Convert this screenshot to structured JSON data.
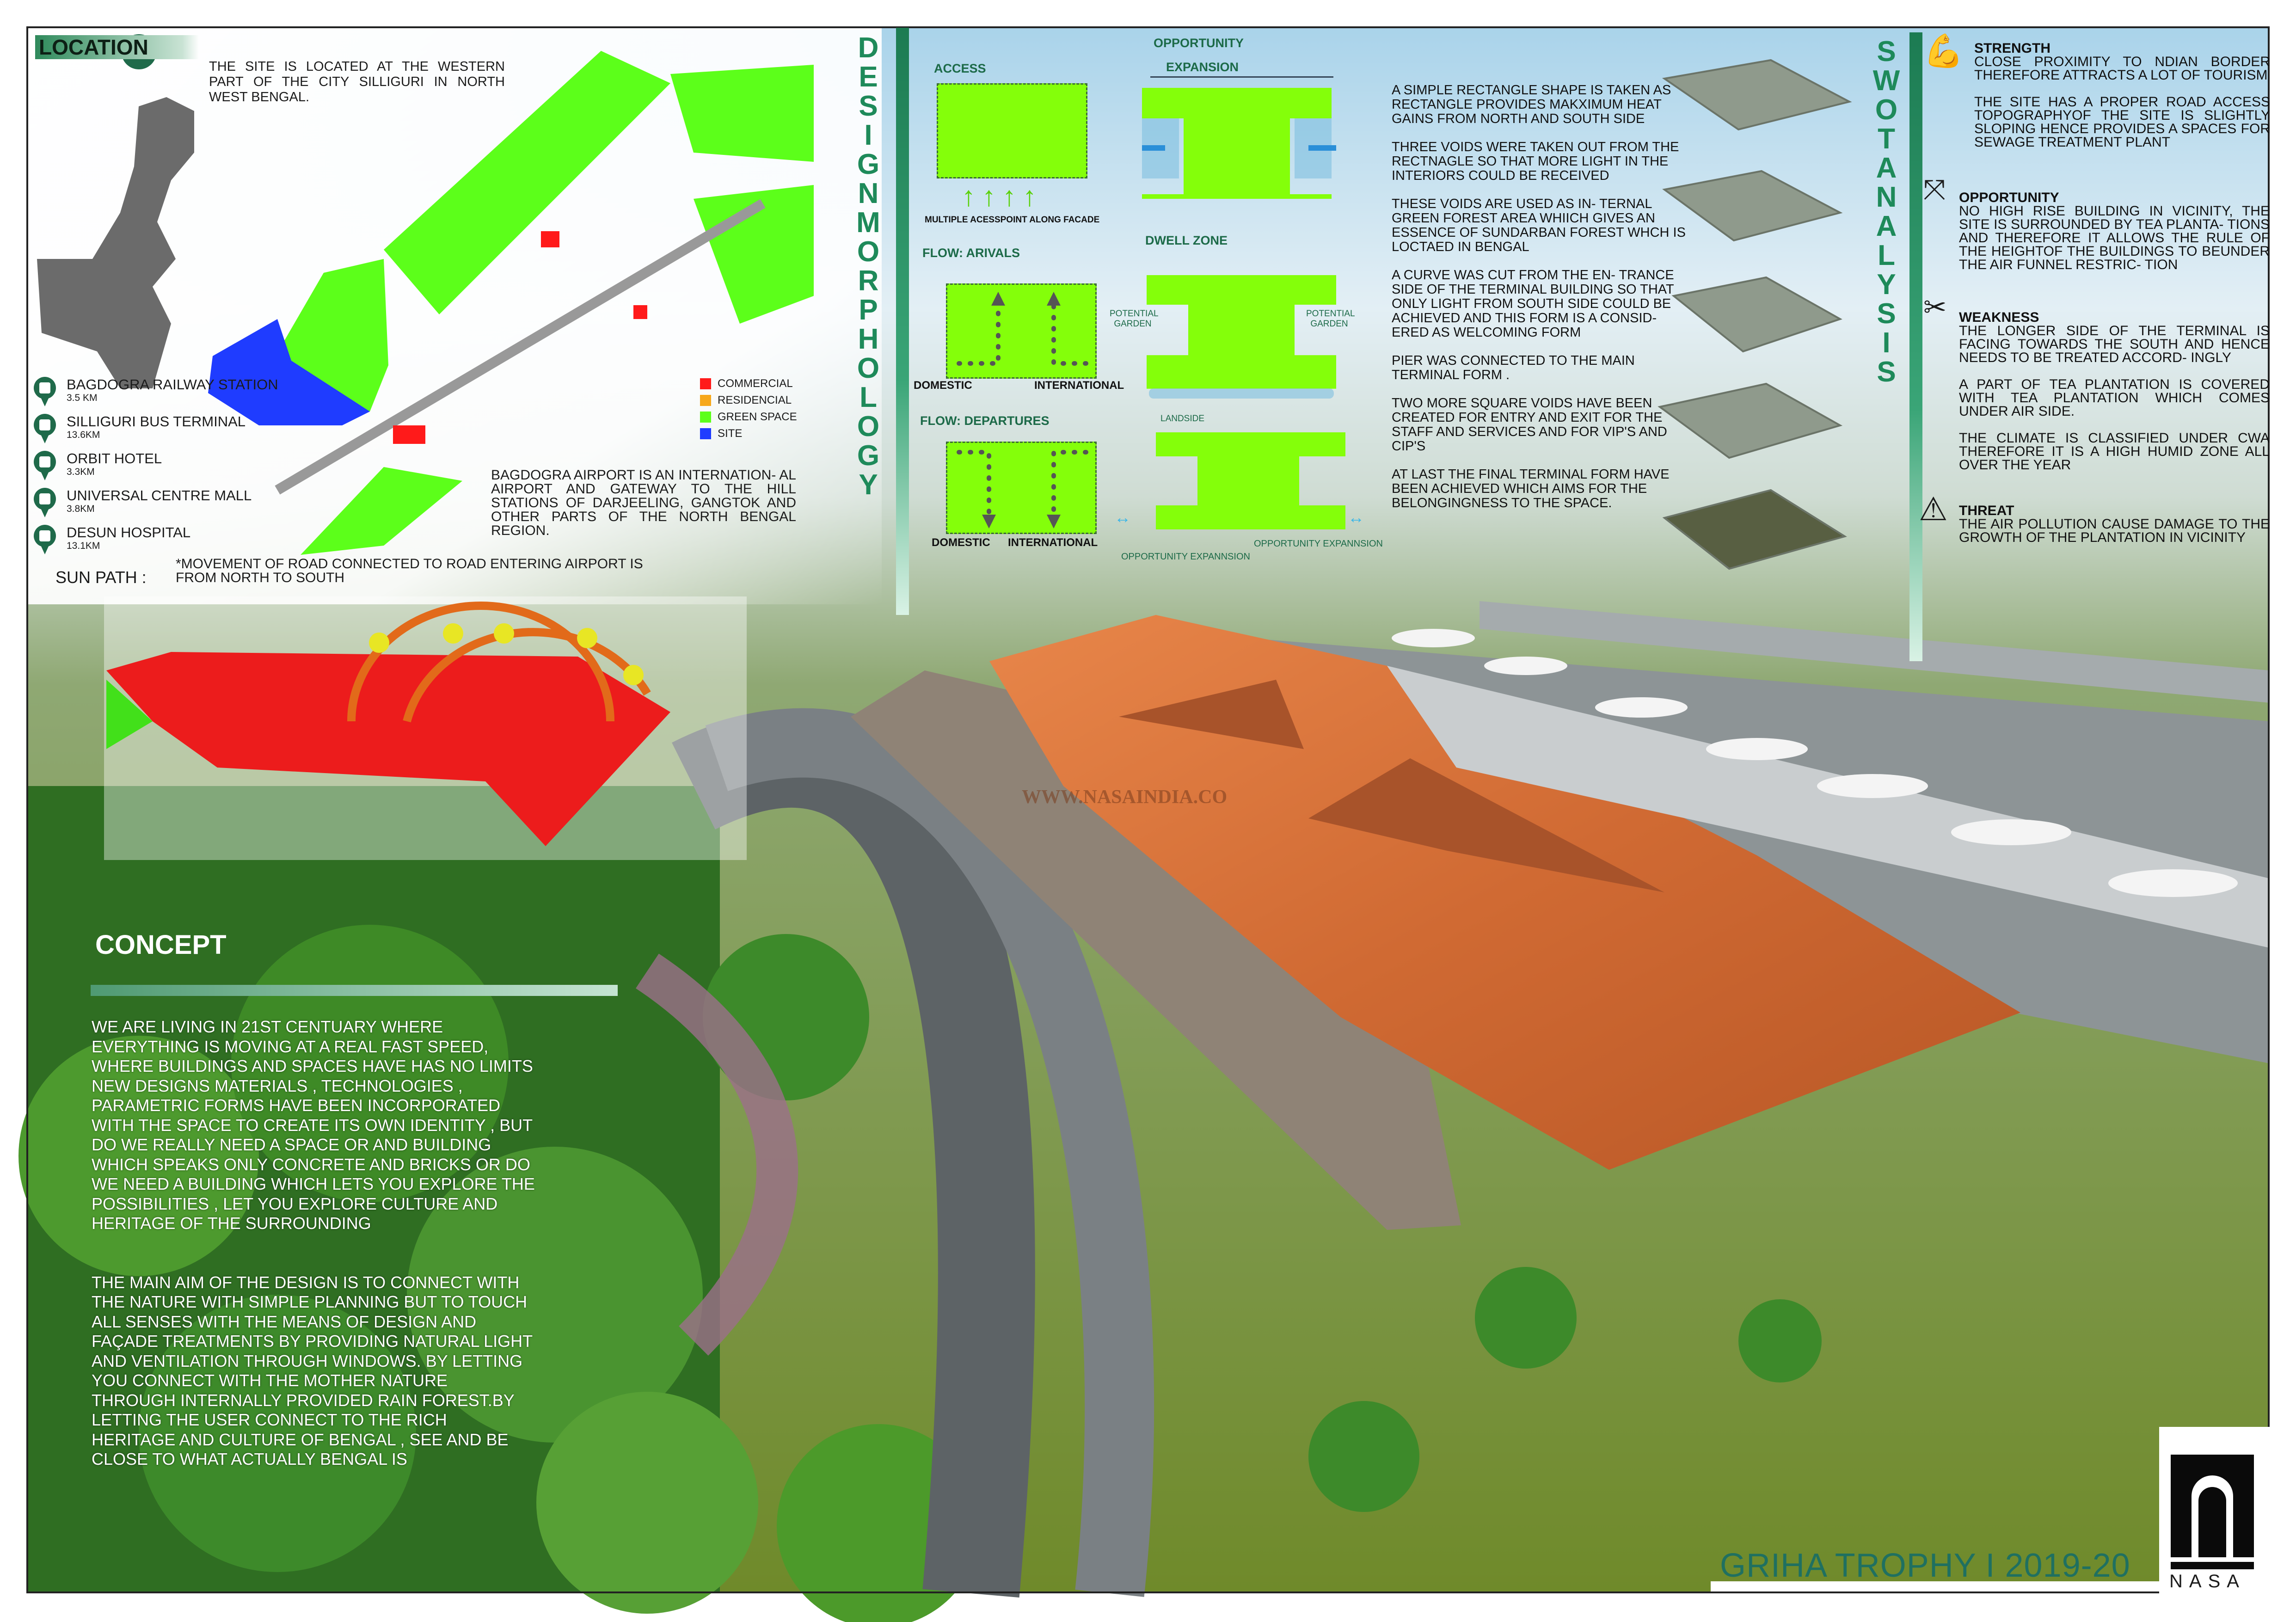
{
  "colors": {
    "accent": "#1e8a5a",
    "commercial": "#ff1a1a",
    "residential": "#f7a81b",
    "green_space": "#5cff1a",
    "site": "#1f3cff",
    "roof": "#d9713a"
  },
  "location": {
    "title": "LOCATION",
    "site_text": "THE SITE IS LOCATED AT THE WESTERN PART OF THE CITY SILLIGURI IN NORTH WEST BENGAL.",
    "landmarks": [
      {
        "name": "BAGDOGRA RAILWAY STATION",
        "distance": "3.5 KM",
        "icon": "train-icon"
      },
      {
        "name": "SILLIGURI BUS TERMINAL",
        "distance": "13.6KM",
        "icon": "bus-icon"
      },
      {
        "name": "ORBIT HOTEL",
        "distance": "3.3KM",
        "icon": "hotel-icon"
      },
      {
        "name": "UNIVERSAL CENTRE MALL",
        "distance": "3.8KM",
        "icon": "mall-icon"
      },
      {
        "name": "DESUN HOSPITAL",
        "distance": "13.1KM",
        "icon": "hospital-icon"
      }
    ],
    "legend": [
      {
        "label": "COMMERCIAL",
        "color": "#ff1a1a"
      },
      {
        "label": "RESIDENCIAL",
        "color": "#f7a81b"
      },
      {
        "label": "GREEN SPACE",
        "color": "#5cff1a"
      },
      {
        "label": "SITE",
        "color": "#1f3cff"
      }
    ],
    "airport_text": "BAGDOGRA AIRPORT IS AN INTERNATION- AL AIRPORT AND GATEWAY TO THE HILL STATIONS OF DARJEELING, GANGTOK AND OTHER PARTS OF THE NORTH BENGAL REGION.",
    "sun_path_label": "SUN PATH :",
    "road_note": "*MOVEMENT OF ROAD CONNECTED TO ROAD ENTERING AIRPORT IS FROM NORTH TO SOUTH"
  },
  "morphology": {
    "title_letters": [
      "D",
      "E",
      "S",
      "I",
      "G",
      "N",
      " ",
      "M",
      "O",
      "R",
      "P",
      "H",
      "O",
      "L",
      "O",
      "G",
      "Y"
    ],
    "access": "ACCESS",
    "access_note": "MULTIPLE ACESSPOINT ALONG FACADE",
    "opportunity": "OPPORTUNITY",
    "expansion": "EXPANSION",
    "flow_arrivals": "FLOW: ARIVALS",
    "dwell_zone": "DWELL ZONE",
    "potential_garden": "POTENTIAL GARDEN",
    "domestic": "DOMESTIC",
    "international": "INTERNATIONAL",
    "flow_departures": "FLOW: DEPARTURES",
    "landside": "LANDSIDE",
    "opportunity_expansion": "OPPORTUNITY EXPANNSION",
    "steps": [
      "A SIMPLE RECTANGLE SHAPE IS TAKEN AS RECTANGLE PROVIDES MAKXIMUM HEAT GAINS FROM NORTH AND SOUTH SIDE",
      "THREE VOIDS WERE TAKEN OUT FROM THE RECTNAGLE SO THAT MORE LIGHT IN THE INTERIORS COULD BE RECEIVED",
      "THESE VOIDS ARE USED AS IN- TERNAL GREEN FOREST AREA WHIICH GIVES AN ESSENCE OF SUNDARBAN FOREST WHCH IS LOCTAED IN BENGAL",
      "A CURVE WAS CUT FROM THE EN- TRANCE SIDE OF THE TERMINAL BUILDING SO THAT ONLY LIGHT FROM SOUTH SIDE COULD BE ACHIEVED AND THIS FORM IS A CONSID- ERED AS WELCOMING FORM",
      "PIER WAS CONNECTED TO THE MAIN TERMINAL FORM .",
      "TWO MORE SQUARE VOIDS HAVE BEEN CREATED FOR ENTRY AND EXIT FOR THE STAFF AND SERVICES AND FOR VIP'S AND CIP'S",
      "AT LAST THE FINAL TERMINAL FORM HAVE BEEN ACHIEVED WHICH AIMS FOR THE BELONGINGNESS TO THE SPACE."
    ]
  },
  "swot": {
    "title_letters": [
      "S",
      "W",
      "O",
      "T",
      " ",
      "A",
      "N",
      "A",
      "L",
      "Y",
      "S",
      "I",
      "S"
    ],
    "strength": {
      "title": "STRENGTH",
      "paragraphs": [
        "CLOSE PROXIMITY TO NDIAN BORDER THEREFORE ATTRACTS A LOT OF TOURISM",
        "THE SITE HAS A PROPER ROAD ACCESS TOPOGRAPHYOF THE SITE IS SLIGHTLY SLOPING HENCE PROVIDES A SPACES FOR SEWAGE TREATMENT PLANT"
      ]
    },
    "opportunity": {
      "title": "OPPORTUNITY",
      "paragraphs": [
        "NO HIGH RISE BUILDING IN VICINITY, THE SITE IS SURROUNDED BY TEA PLANTA- TIONS AND THEREFORE IT ALLOWS THE RULE OF THE HEIGHTOF THE BUILDINGS TO BEUNDER THE AIR FUNNEL RESTRIC- TION"
      ]
    },
    "weakness": {
      "title": "WEAKNESS",
      "paragraphs": [
        "THE LONGER SIDE OF THE TERMINAL IS FACING TOWARDS THE SOUTH AND HENCE NEEDS TO BE TREATED ACCORD- INGLY",
        "A PART OF TEA PLANTATION IS COVERED WITH TEA PLANTATION WHICH COMES UNDER AIR SIDE.",
        "THE CLIMATE IS CLASSIFIED UNDER CWA THEREFORE IT IS A HIGH HUMID ZONE ALL OVER THE YEAR"
      ]
    },
    "threat": {
      "title": "THREAT",
      "paragraphs": [
        "THE AIR POLLUTION CAUSE DAMAGE TO THE GROWTH OF THE PLANTATION IN VICINITY"
      ]
    }
  },
  "concept": {
    "title": "CONCEPT",
    "paragraphs": [
      "WE ARE LIVING IN 21ST CENTUARY WHERE EVERYTHING IS MOVING AT A REAL FAST SPEED, WHERE BUILDINGS AND SPACES HAVE HAS NO LIMITS NEW DESIGNS MATERIALS , TECHNOLOGIES , PARAMETRIC FORMS HAVE BEEN INCORPORATED WITH THE SPACE TO CREATE ITS OWN IDENTITY , BUT DO WE REALLY NEED A SPACE OR AND BUILDING WHICH SPEAKS ONLY CONCRETE AND BRICKS OR DO WE NEED A BUILDING WHICH LETS YOU EXPLORE THE POSSIBILITIES , LET YOU EXPLORE CULTURE AND HERITAGE OF THE SURROUNDING",
      "THE MAIN AIM OF THE DESIGN IS TO CONNECT WITH THE NATURE WITH SIMPLE PLANNING BUT TO TOUCH ALL SENSES WITH THE MEANS OF DESIGN AND FAÇADE TREATMENTS BY PROVIDING NATURAL LIGHT AND VENTILATION THROUGH WINDOWS. BY LETTING YOU CONNECT WITH THE MOTHER NATURE THROUGH INTERNALLY PROVIDED RAIN FOREST.BY LETTING THE USER CONNECT TO THE RICH HERITAGE AND CULTURE OF BENGAL , SEE AND BE CLOSE TO WHAT ACTUALLY BENGAL IS"
    ]
  },
  "watermark": "WWW.NASAINDIA.CO",
  "footer": {
    "title": "GRIHA TROPHY I 2019-20",
    "logo_text": "NASA"
  }
}
